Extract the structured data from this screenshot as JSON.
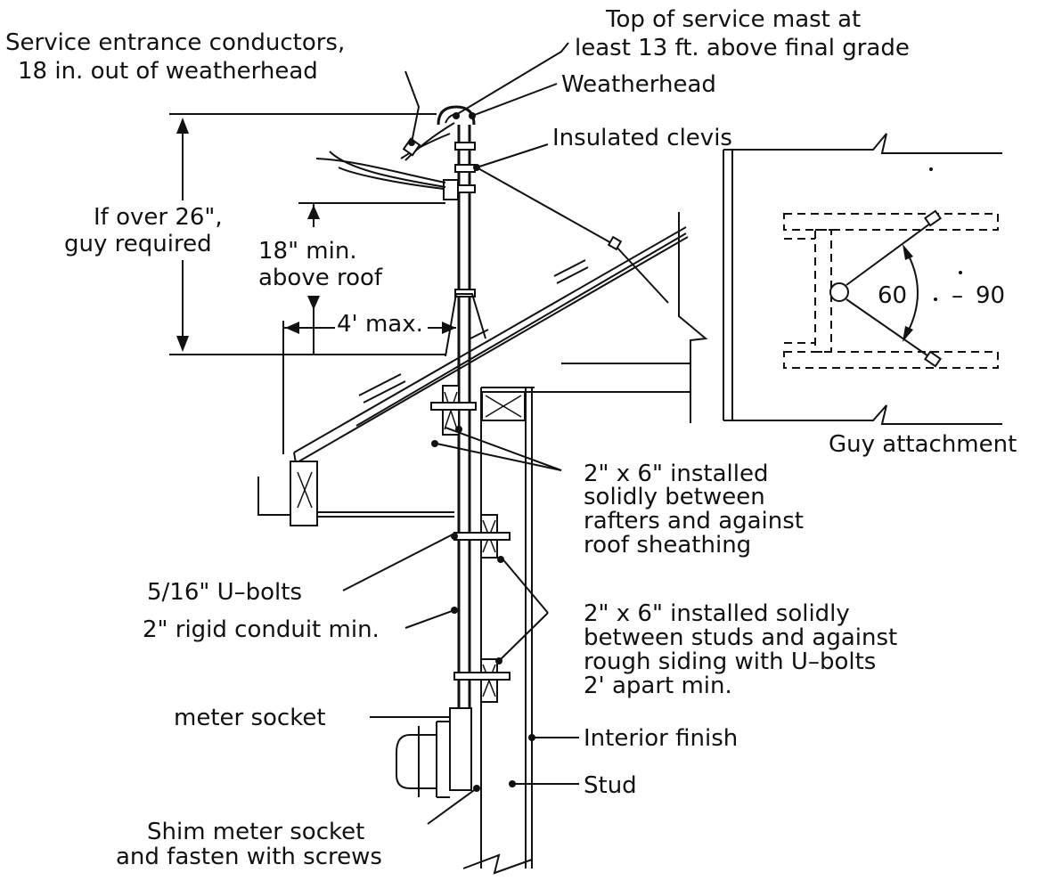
{
  "labels": {
    "top_mast_1": "Top of service mast at",
    "top_mast_2": "least 13 ft. above final grade",
    "conductors_1": "Service entrance conductors,",
    "conductors_2": "18 in. out of weatherhead",
    "weatherhead": "Weatherhead",
    "clevis": "Insulated clevis",
    "guy_req_1": "If over 26\",",
    "guy_req_2": "guy required",
    "min18_1": "18\" min.",
    "min18_2": "above roof",
    "max4": "4' max.",
    "angle_60": "60",
    "angle_dash": "–",
    "angle_90": "90",
    "guy_attachment": "Guy attachment",
    "block_rafters_1": "2\" x 6\" installed",
    "block_rafters_2": "solidly between",
    "block_rafters_3": "rafters and against",
    "block_rafters_4": "roof sheathing",
    "ubolts": "5/16\" U–bolts",
    "conduit": "2\" rigid conduit min.",
    "block_studs_1": "2\" x 6\" installed solidly",
    "block_studs_2": "between studs and against",
    "block_studs_3": "rough siding with U–bolts",
    "block_studs_4": "2' apart min.",
    "meter_socket": "meter socket",
    "interior_finish": "Interior finish",
    "stud": "Stud",
    "shim_1": "Shim meter socket",
    "shim_2": "and fasten with screws"
  }
}
